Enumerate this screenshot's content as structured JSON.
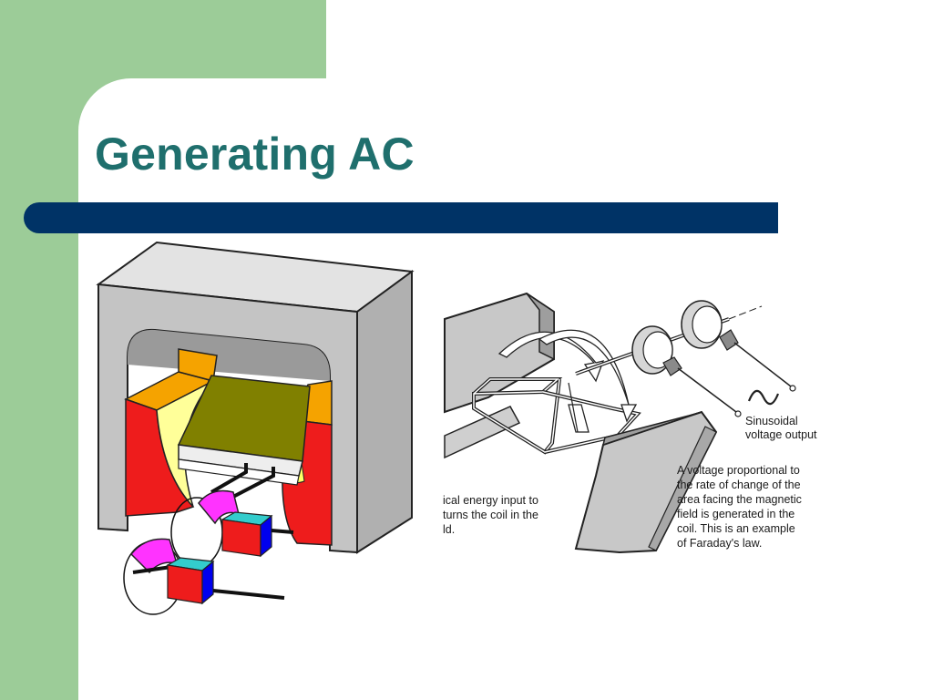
{
  "slide": {
    "title": "Generating AC",
    "colors": {
      "accent_green": "#9ccc98",
      "title_color": "#1f6f6d",
      "bar_navy": "#003366"
    }
  },
  "right_diagram": {
    "output_label": [
      "Sinusoidal",
      "voltage output"
    ],
    "input_text": [
      "ical energy input to",
      "turns the coil in the",
      "ld."
    ],
    "law_text": [
      "A voltage proportional to",
      "the rate of change of the",
      "area facing the magnetic",
      "field is generated in the",
      "coil. This is an example",
      "of Faraday's law."
    ]
  }
}
